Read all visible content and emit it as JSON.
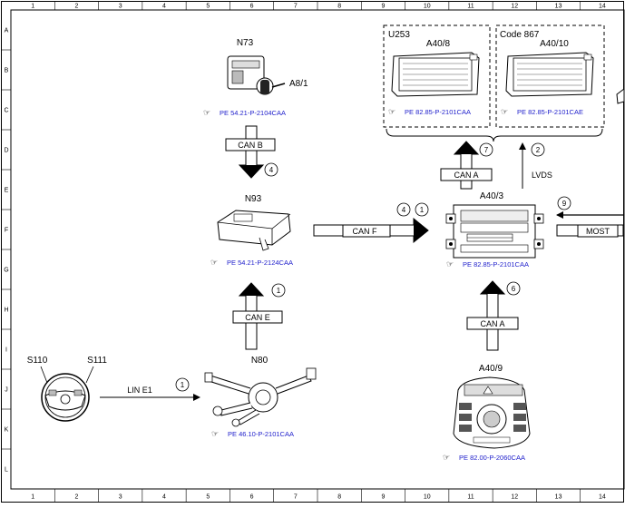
{
  "frame": {
    "columns": [
      "1",
      "2",
      "3",
      "4",
      "5",
      "6",
      "7",
      "8",
      "9",
      "10",
      "11",
      "12",
      "13",
      "14"
    ],
    "rows": [
      "A",
      "B",
      "C",
      "D",
      "E",
      "F",
      "G",
      "H",
      "I",
      "J",
      "K",
      "L"
    ]
  },
  "components": {
    "n73": {
      "label": "N73",
      "sublabel": "A8/1",
      "ref": "PE 54.21-P-2104CAA"
    },
    "n93": {
      "label": "N93",
      "ref": "PE 54.21-P-2124CAA"
    },
    "n80": {
      "label": "N80",
      "ref": "PE 46.10-P-2101CAA"
    },
    "s110": {
      "label": "S110"
    },
    "s111": {
      "label": "S111"
    },
    "a40_3": {
      "label": "A40/3",
      "ref": "PE 82.85-P-2101CAA"
    },
    "a40_9": {
      "label": "A40/9",
      "ref": "PE 82.00-P-2060CAA"
    },
    "u253": {
      "group": "U253",
      "label": "A40/8",
      "ref": "PE 82.85-P-2101CAA"
    },
    "code867": {
      "group": "Code 867",
      "label": "A40/10",
      "ref": "PE 82.85-P-2101CAE"
    }
  },
  "connections": {
    "can_b": {
      "label": "CAN B",
      "num": "4"
    },
    "can_e": {
      "label": "CAN E",
      "num": "1"
    },
    "line1": {
      "label": "LIN E1",
      "num": "1"
    },
    "can_f": {
      "label": "CAN F",
      "num1": "4",
      "num2": "1"
    },
    "can_a_top": {
      "label": "CAN A",
      "num": "7"
    },
    "lvds": {
      "label": "LVDS",
      "num": "2"
    },
    "can_a_bottom": {
      "label": "CAN A",
      "num": "6"
    },
    "most": {
      "label": "MOST",
      "num": "9"
    }
  }
}
